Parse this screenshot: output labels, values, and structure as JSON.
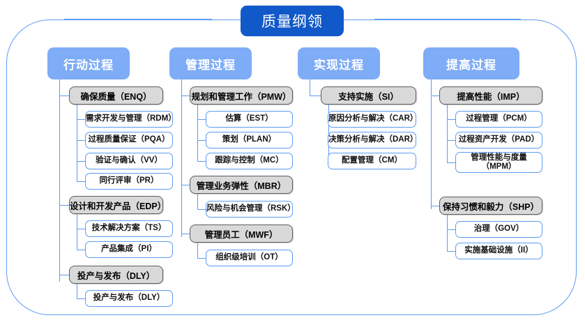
{
  "diagram": {
    "title": "质量纲领",
    "columns": [
      {
        "header": "行动过程",
        "groups": [
          {
            "label": "确保质量（ENQ）",
            "items": [
              "需求开发与管理（RDM）",
              "过程质量保证（PQA）",
              "验证与确认（VV）",
              "同行评审（PR）"
            ]
          },
          {
            "label": "设计和开发产品（EDP）",
            "items": [
              "技术解决方案（TS）",
              "产品集成（PI）"
            ]
          },
          {
            "label": "投产与发布（DLY）",
            "items": [
              "投产与发布（DLY）"
            ]
          }
        ]
      },
      {
        "header": "管理过程",
        "groups": [
          {
            "label": "规划和管理工作（PMW）",
            "items": [
              "估算（EST）",
              "策划（PLAN）",
              "跟踪与控制（MC）"
            ]
          },
          {
            "label": "管理业务弹性（MBR）",
            "items": [
              "风险与机会管理（RSK）"
            ]
          },
          {
            "label": "管理员工（MWF）",
            "items": [
              "组织级培训（OT）"
            ]
          }
        ]
      },
      {
        "header": "实现过程",
        "groups": [
          {
            "label": "支持实施（SI）",
            "items": [
              "原因分析与解决（CAR）",
              "决策分析与解决（DAR）",
              "配置管理（CM）"
            ]
          }
        ]
      },
      {
        "header": "提高过程",
        "groups": [
          {
            "label": "提高性能（IMP）",
            "items": [
              "过程管理（PCM）",
              "过程资产开发（PAD）",
              "管理性能与度量\n（MPM）"
            ]
          },
          {
            "label": "保持习惯和毅力（SHP）",
            "items": [
              "治理（GOV）",
              "实施基础设施（II）"
            ]
          }
        ]
      }
    ],
    "colors": {
      "title_fill": "#1159c9",
      "header_fill": "#7eacf7",
      "group_fill": "#d9d9d9",
      "group_border": "#5c5c5c",
      "leaf_border": "#5b9bf3",
      "connector": "#5b9bf3",
      "frame": "#5b9bf3"
    }
  }
}
